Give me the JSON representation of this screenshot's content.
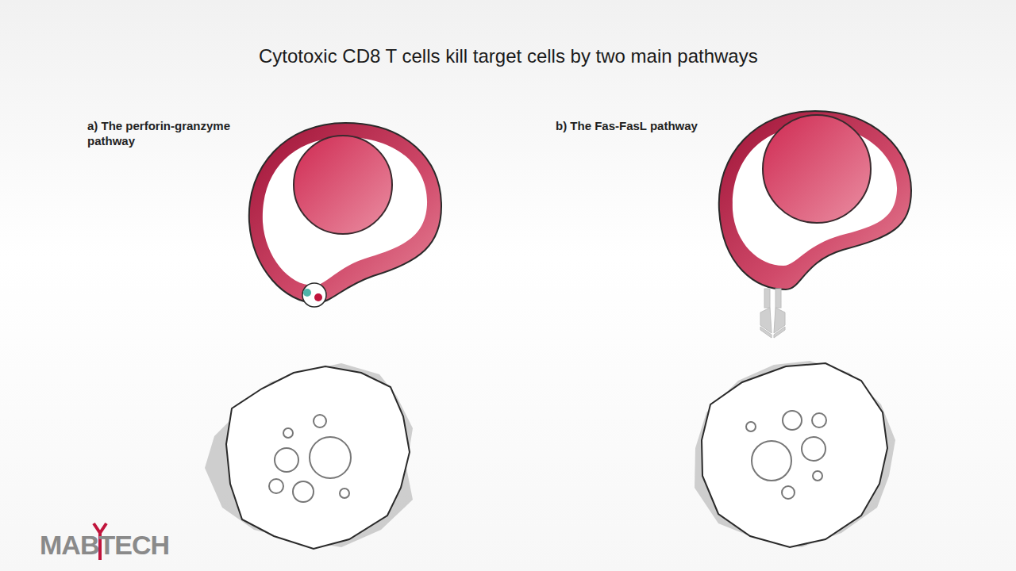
{
  "diagram": {
    "title": "Cytotoxic CD8 T cells kill target cells by two main pathways",
    "labels": [
      "a) The perforin-granzyme pathway",
      "b) The Fas-FasL pathway",
      "MABTECH"
    ]
  }
}
